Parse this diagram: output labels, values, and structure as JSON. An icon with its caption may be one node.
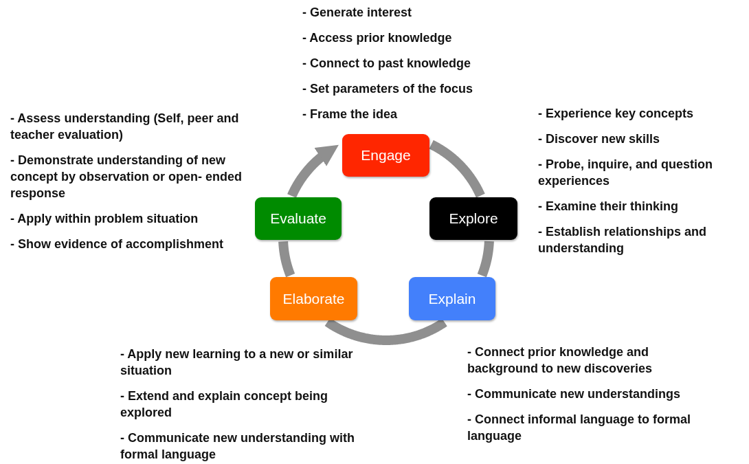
{
  "diagram": {
    "nodes": [
      {
        "text": [
          "Engage"
        ],
        "beside": [
          "- Generate interest",
          "- Access prior knowledge",
          "- Connect to past knowledge",
          "- Set parameters of the focus",
          "- Frame the idea"
        ]
      },
      {
        "text": [
          "Explore"
        ],
        "beside": [
          "- Experience key concepts",
          "- Discover new skills",
          "- Probe, inquire, and question experiences",
          "- Examine their thinking",
          "- Establish relationships and understanding"
        ]
      },
      {
        "text": [
          "Explain"
        ],
        "beside": [
          "- Connect prior knowledge and background to new discoveries",
          "- Communicate new understandings",
          "- Connect informal language to formal language"
        ]
      },
      {
        "text": [
          "Elaborate"
        ],
        "beside": [
          "- Apply new learning to a new or similar situation",
          "- Extend and explain concept being explored",
          "- Communicate new understanding with formal language"
        ]
      },
      {
        "text": [
          "Evaluate"
        ],
        "beside": [
          "- Assess understanding (Self, peer and teacher evaluation)",
          "- Demonstrate understanding of new concept by observation or open- ended response",
          "- Apply within problem situation",
          "- Show evidence of accomplishment"
        ]
      }
    ],
    "edges": [
      {
        "from": 0,
        "to": 1,
        "arrow": "none"
      },
      {
        "from": 1,
        "to": 2,
        "arrow": "none"
      },
      {
        "from": 2,
        "to": 3,
        "arrow": "none"
      },
      {
        "from": 3,
        "to": 4,
        "arrow": "none"
      },
      {
        "from": 4,
        "to": 0,
        "arrow": "to"
      }
    ]
  }
}
